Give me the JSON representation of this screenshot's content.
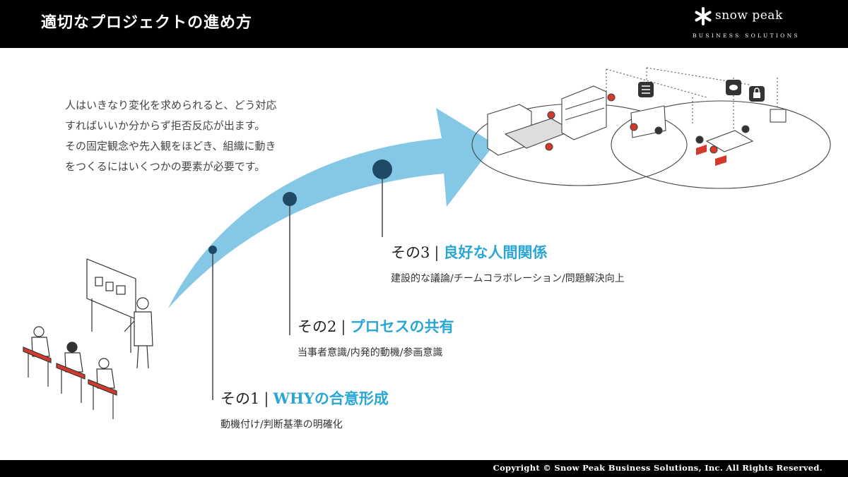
{
  "header": {
    "title": "適切なプロジェクトの進め方",
    "logo_name": "snow peak",
    "logo_sub": "BUSINESS SOLUTIONS"
  },
  "intro": {
    "lines": [
      "人はいきなり変化を求められると、どう対応",
      "すればいいか分からず拒否反応が出ます。",
      "その固定観念や先入観をほどき、組織に動き",
      "をつくるにはいくつかの要素が必要です。"
    ]
  },
  "steps": [
    {
      "label": "その1",
      "sep": "|",
      "name": "WHYの合意形成",
      "desc": "動機付け/判断基準の明確化"
    },
    {
      "label": "その2",
      "sep": "|",
      "name": "プロセスの共有",
      "desc": "当事者意識/内発的動機/参画意識"
    },
    {
      "label": "その3",
      "sep": "|",
      "name": "良好な人間関係",
      "desc": "建設的な議論/チームコラボレーション/問題解決向上"
    }
  ],
  "footer": {
    "copyright": "Copyright © Snow Peak Business Solutions, Inc. All Rights Reserved."
  },
  "colors": {
    "arrow": "#85c8e6",
    "dot": "#1e4a66",
    "accent": "#2aa6d6",
    "illustration_red": "#d33a2c"
  },
  "icons": [
    "snowflake-logo-icon",
    "document-icon",
    "chat-icon",
    "lock-icon"
  ]
}
